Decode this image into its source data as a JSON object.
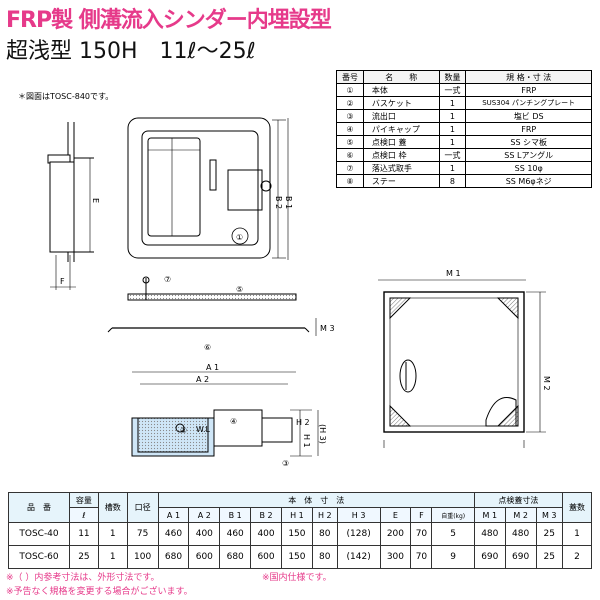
{
  "title": "FRP製 側溝流入シンダー内埋設型",
  "subtitle": "超浅型 150H　11ℓ～25ℓ",
  "drawing_note": "＊図面はTOSC-840です。",
  "callouts": [
    "①",
    "②",
    "③",
    "④",
    "⑤",
    "⑥",
    "⑦"
  ],
  "dimension_labels": {
    "E": "E",
    "F": "F",
    "B1": "B 1",
    "B2": "B 2",
    "M1": "M 1",
    "M2": "M 2",
    "M3": "M 3",
    "A1": "A 1",
    "A2": "A 2",
    "H1": "H 1",
    "H2": "H 2",
    "H3": "(H 3)",
    "WL": "W.L"
  },
  "parts_table": {
    "headers": [
      "番号",
      "名　　称",
      "数量",
      "規 格・寸 法"
    ],
    "rows": [
      [
        "①",
        "本体",
        "一式",
        "FRP"
      ],
      [
        "②",
        "バスケット",
        "1",
        "SUS304 パンチングプレート"
      ],
      [
        "③",
        "流出口",
        "1",
        "塩ビ DS"
      ],
      [
        "④",
        "パイキャップ",
        "1",
        "FRP"
      ],
      [
        "⑤",
        "点検口 蓋",
        "1",
        "SS シマ板"
      ],
      [
        "⑥",
        "点検口 枠",
        "一式",
        "SS Lアングル"
      ],
      [
        "⑦",
        "落込式取手",
        "1",
        "SS 10φ"
      ],
      [
        "⑧",
        "ステー",
        "8",
        "SS M6φネジ"
      ]
    ]
  },
  "spec_table": {
    "top_headers": {
      "hinban": "品　番",
      "capacity": "容量",
      "capacity_unit": "ℓ",
      "baskets": "槽数",
      "diameter": "口径",
      "body_dims": "本　体　寸　法",
      "cover_dims": "点検蓋寸法",
      "lid_count": "蓋数"
    },
    "sub_headers": [
      "A 1",
      "A 2",
      "B 1",
      "B 2",
      "H 1",
      "H 2",
      "H 3",
      "E",
      "F",
      "自重(kg)",
      "M 1",
      "M 2",
      "M 3"
    ],
    "rows": [
      [
        "TOSC-40",
        "11",
        "1",
        "75",
        "460",
        "400",
        "460",
        "400",
        "150",
        "80",
        "(128)",
        "200",
        "70",
        "5",
        "480",
        "480",
        "25",
        "1"
      ],
      [
        "TOSC-60",
        "25",
        "1",
        "100",
        "680",
        "600",
        "680",
        "600",
        "150",
        "80",
        "(142)",
        "300",
        "70",
        "9",
        "690",
        "690",
        "25",
        "2"
      ]
    ]
  },
  "footnotes": {
    "note1": "※（ ）内参考寸法は、外形寸法です。",
    "note2": "※予告なく規格を変更する場合がございます。",
    "note3": "※国内仕様です。"
  }
}
